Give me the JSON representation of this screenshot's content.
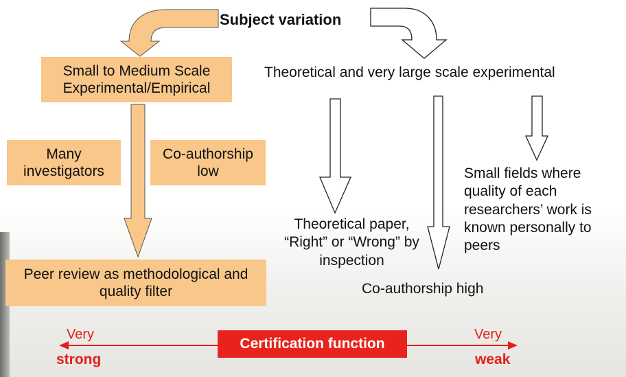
{
  "title": "Subject variation",
  "left_branch": {
    "label": "Small to Medium Scale Experimental/Empirical",
    "side_label_1": "Many investigators",
    "side_label_2": "Co-authorship low",
    "result": "Peer review as methodological and quality filter"
  },
  "right_branch": {
    "label": "Theoretical and very large scale experimental",
    "result_1": "Theoretical paper, “Right” or “Wrong” by inspection",
    "result_2": "Co-authorship high",
    "result_3": "Small fields where quality of each researchers’ work is known personally to peers"
  },
  "scale": {
    "function_label": "Certification function",
    "left_top": "Very",
    "left_bottom": "strong",
    "right_top": "Very",
    "right_bottom": "weak"
  },
  "colors": {
    "orange": "#f8c789",
    "red": "#e0201b"
  }
}
